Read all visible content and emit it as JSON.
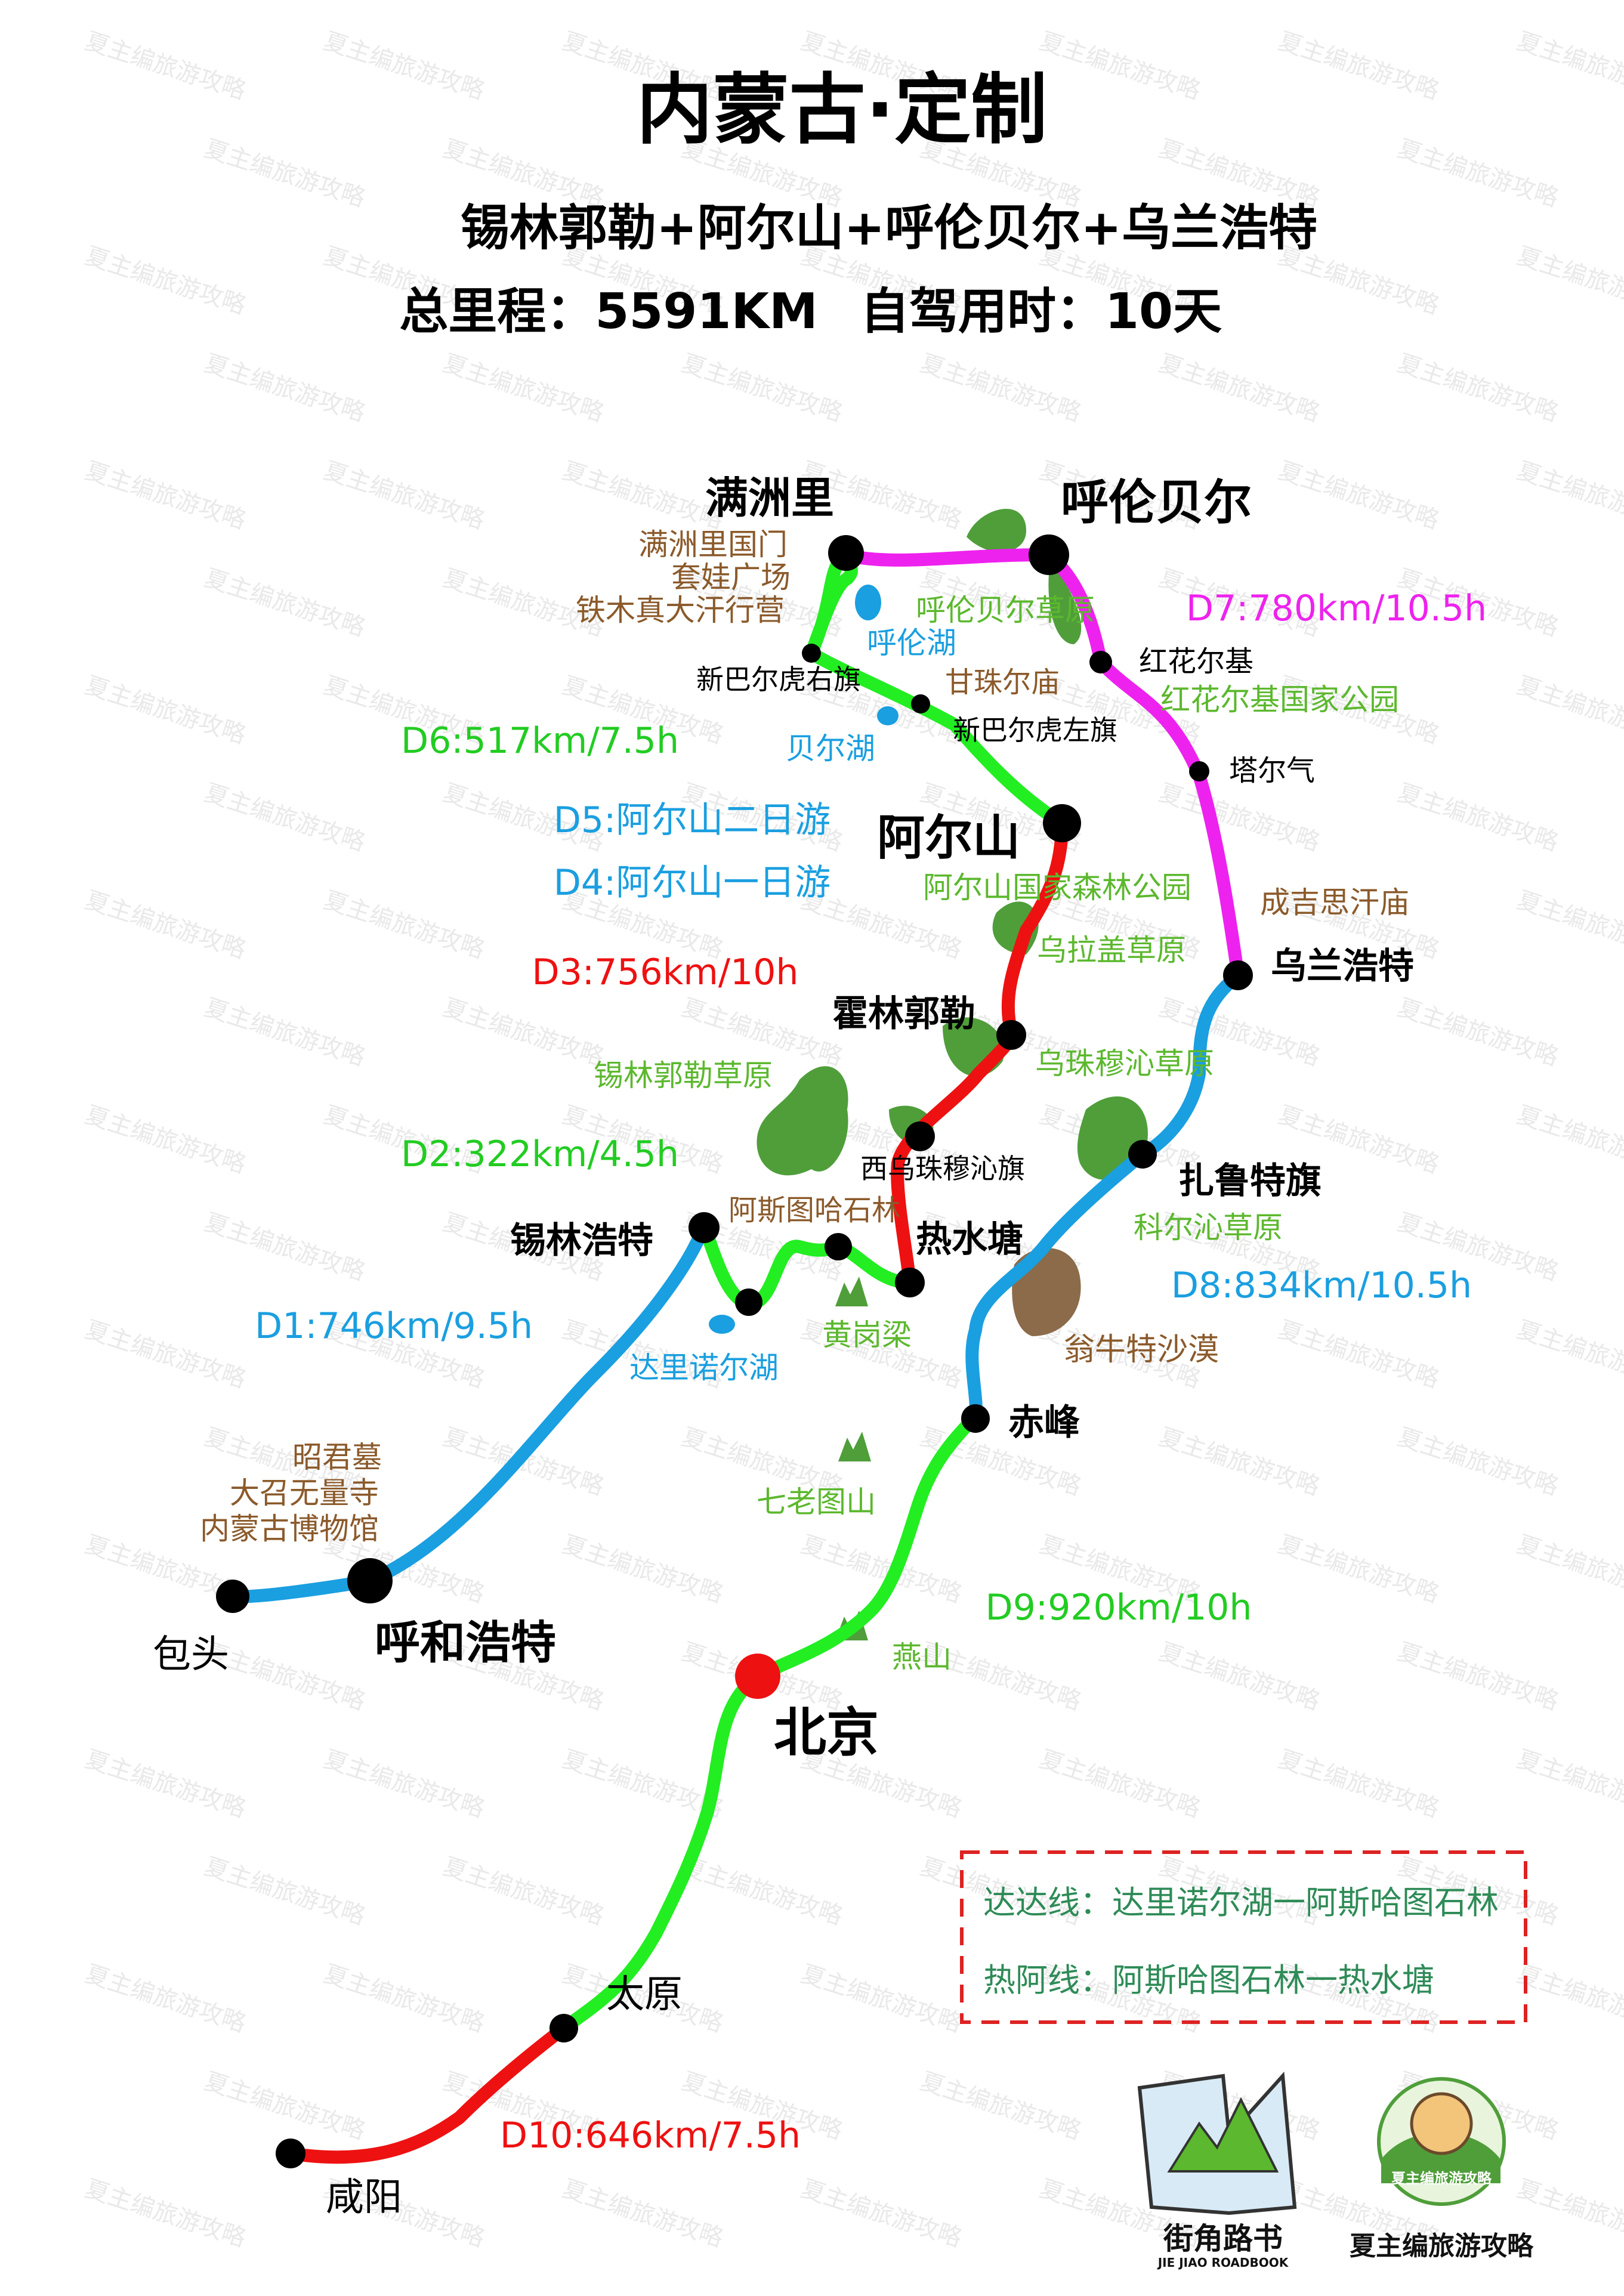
{
  "header": {
    "title": "内蒙古·定制",
    "subtitle": "锡林郭勒+阿尔山+呼伦贝尔+乌兰浩特",
    "total": "总里程：5591KM",
    "drive_time": "自驾用时：10天"
  },
  "cities": {
    "manzhouli": "满洲里",
    "hulunbuir": "呼伦贝尔",
    "hongqianji": "红花尔基",
    "tarqi": "塔尔气",
    "ulanhot": "乌兰浩特",
    "arxan": "阿尔山",
    "xinbaerhu_right": "新巴尔虎右旗",
    "xinbaerhu_left": "新巴尔虎左旗",
    "holingol": "霍林郭勒",
    "xiwuzhumuqin": "西乌珠穆沁旗",
    "xilinhot": "锡林浩特",
    "reshuitang": "热水塘",
    "jarud": "扎鲁特旗",
    "chifeng": "赤峰",
    "hohhot": "呼和浩特",
    "baotou": "包头",
    "beijing": "北京",
    "taiyuan": "太原",
    "xianyang": "咸阳"
  },
  "attractions": {
    "manzhouli_list": [
      "满洲里国门",
      "套娃广场",
      "铁木真大汗行营"
    ],
    "hohhot_list": [
      "昭君墓",
      "大召无量寺",
      "内蒙古博物馆"
    ],
    "ganzhuer": "甘珠尔庙",
    "genghis": "成吉思汗庙",
    "ashatu": "阿斯图哈石林",
    "wengniute": "翁牛特沙漠"
  },
  "grasslands": {
    "hulunbuir_grass": "呼伦贝尔草原",
    "hongqianji_park": "红花尔基国家公园",
    "arxan_forest": "阿尔山国家森林公园",
    "wulagai": "乌拉盖草原",
    "wuzhumuqin": "乌珠穆沁草原",
    "xilingol": "锡林郭勒草原",
    "horqin": "科尔沁草原",
    "huanggangliang": "黄岗梁",
    "qilaotu": "七老图山",
    "yanshan": "燕山"
  },
  "lakes": {
    "hulun": "呼伦湖",
    "buir": "贝尔湖",
    "dalinor": "达里诺尔湖"
  },
  "days": {
    "d1": "D1:746km/9.5h",
    "d2": "D2:322km/4.5h",
    "d3": "D3:756km/10h",
    "d4": "D4:阿尔山一日游",
    "d5": "D5:阿尔山二日游",
    "d6": "D6:517km/7.5h",
    "d7": "D7:780km/10.5h",
    "d8": "D8:834km/10.5h",
    "d9": "D9:920km/10h",
    "d10": "D10:646km/7.5h"
  },
  "legend": {
    "line1": "达达线：达里诺尔湖一阿斯哈图石林",
    "line2": "热阿线：阿斯哈图石林一热水塘"
  },
  "logos": {
    "roadbook_cn": "街角路书",
    "roadbook_en": "JIE JIAO ROADBOOK",
    "brand_caption": "夏主编旅游攻略",
    "brand_badge": "夏主编旅游攻略",
    "watermark": "夏主编旅游攻略"
  },
  "colors": {
    "route_blue": "#1a9fe0",
    "route_green": "#22ee22",
    "route_red": "#ee1111",
    "route_magenta": "#ee22ee",
    "label_green": "#5cb82e",
    "label_blue": "#1a9fe0",
    "label_brown": "#8b5a2b",
    "label_red": "#ee1111",
    "legend_border": "#dd2222",
    "legend_text": "#2e8b57"
  }
}
